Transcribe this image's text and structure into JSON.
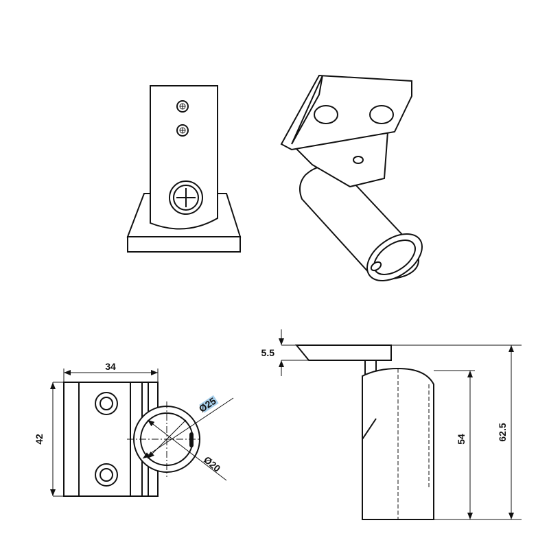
{
  "drawing": {
    "title": "Tube bracket technical drawing",
    "dimensions": {
      "width": "34",
      "height": "42",
      "outer_diameter": "Ø25",
      "inner_diameter": "Ø20",
      "plate_thickness": "5.5",
      "tube_length": "54",
      "overall_height": "62.5"
    },
    "highlight_color": "#a8d0ec"
  }
}
